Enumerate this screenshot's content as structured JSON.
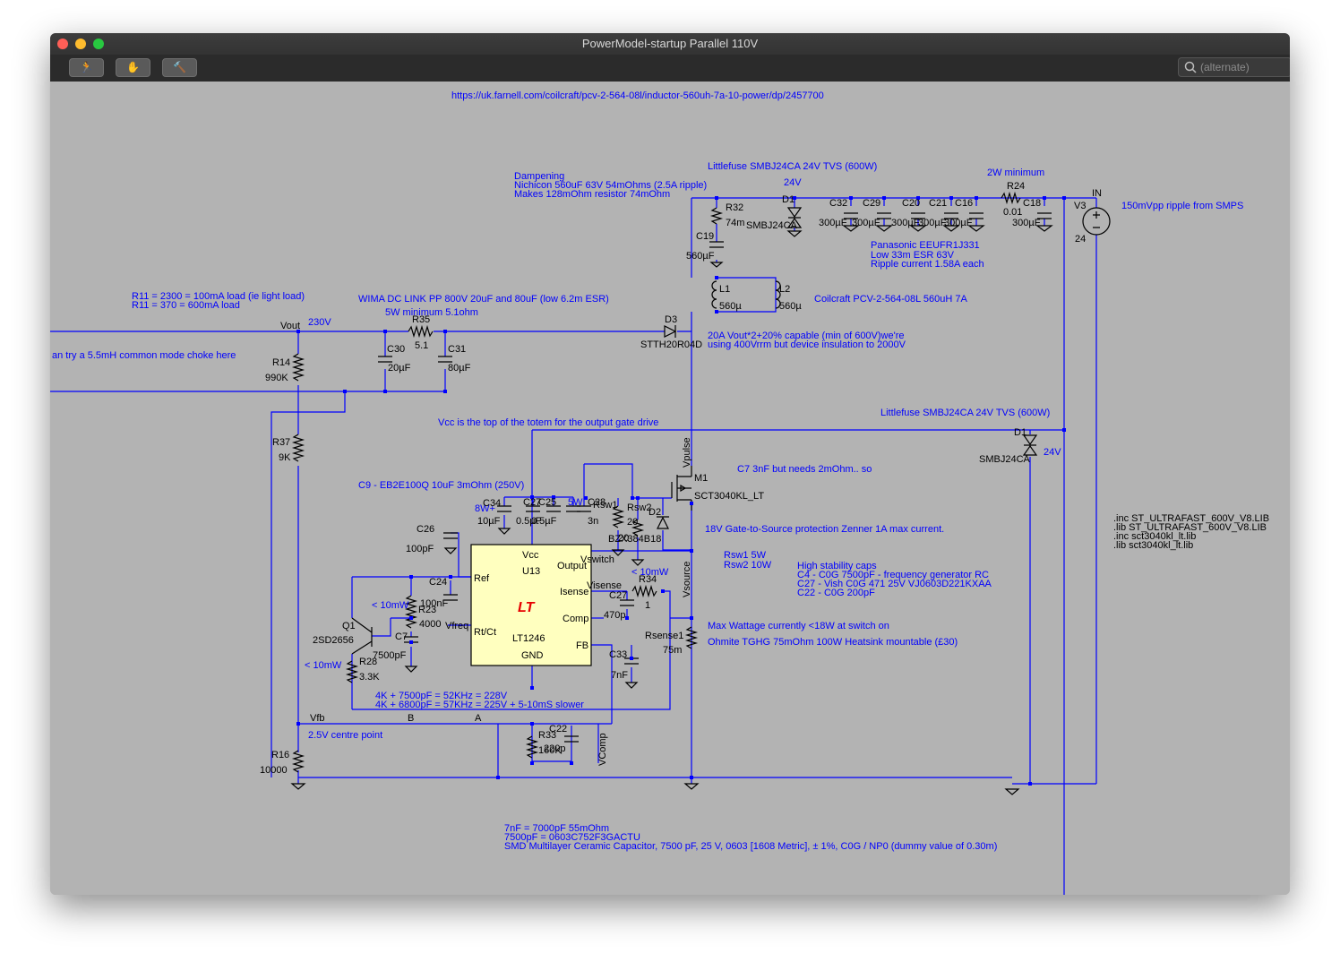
{
  "window": {
    "title": "PowerModel-startup Parallel 110V",
    "toolbar": {
      "buttons": [
        {
          "name": "run-icon",
          "glyph": "🏃"
        },
        {
          "name": "halt-icon",
          "glyph": "✋"
        },
        {
          "name": "hammer-icon",
          "glyph": "🔨"
        }
      ],
      "search_placeholder": "(alternate)"
    }
  },
  "schematic": {
    "wire_color": "#0000ff",
    "text_color": "#0000ff",
    "component_color": "#000000",
    "comments": {
      "url": "https://uk.farnell.com/coilcraft/pcv-2-564-08l/inductor-560uh-7a-10-power/dp/2457700",
      "dampening": [
        "Dampening",
        "Nichicon 560uF 63V 54mOhms (2.5A ripple)",
        "Makes 128mOhm resistor 74mOhm"
      ],
      "tvs_top": "Littlefuse SMBJ24CA 24V TVS (600W)",
      "w2_min": "2W minimum",
      "ripple": "150mVpp ripple from SMPS",
      "panasonic": [
        "Panasonic EEUFR1J331",
        "Low 33m ESR 63V",
        "Ripple current 1.58A each"
      ],
      "r11": [
        "R11 = 2300 = 100mA load (ie light load)",
        "R11 = 370 = 600mA load"
      ],
      "wima": "WIMA DC LINK PP 800V 20uF and 80uF (low 6.2m ESR)",
      "w5_min": "5W minimum 5.1ohm",
      "coilcraft": "Coilcraft PCV-2-564-08L  560uH 7A",
      "d3_note": [
        "20A Vout*2+20% capable (min of 600V)we're",
        "using 400Vrrm but device insulation to 2000V"
      ],
      "choke": "an try a 5.5mH common mode choke here",
      "tvs_mid": "Littlefuse SMBJ24CA 24V TVS (600W)",
      "vcc_note": "Vcc is the top of the totem for the output gate drive",
      "c7_note": "C7 3nF but needs 2mOhm.. so",
      "c9_note": "C9 - EB2E100Q  10uF 3mOhm (250V)",
      "zener_note": "18V Gate-to-Source protection Zenner 1A max current.",
      "rsw_note": [
        "Rsw1 5W",
        "Rsw2 10W"
      ],
      "caps_note": [
        "High stability caps",
        "C4 - C0G 7500pF - frequency generator RC",
        "C27 - Vish C0G 471 25V VJ0603D221KXAA",
        "C22 - C0G 200pF"
      ],
      "lib_directives": [
        ".inc ST_ULTRAFAST_600V_V8.LIB",
        ".lib ST_ULTRAFAST_600V_V8.LIB",
        ".inc sct3040kl_lt.lib",
        ".lib sct3040kl_lt.lib"
      ],
      "wattage": "Max Wattage currently <18W at switch on",
      "ohmite": "Ohmite TGHG 75mOhm 100W Heatsink mountable (£30)",
      "freq": [
        "4K + 7500pF = 52KHz = 228V",
        "4K + 6800pF = 57KHz = 225V + 5-10mS slower"
      ],
      "centre": "2.5V centre point",
      "bottom": [
        "7nF = 7000pF 55mOhm",
        "7500pF = 0603C752F3GACTU",
        "SMD Multilayer Ceramic Capacitor, 7500 pF, 25 V, 0603 [1608 Metric], ± 1%, C0G / NP0 (dummy value of 0.30m)"
      ]
    },
    "labels": {
      "d1_top_v": "24V",
      "d1_top": "D1",
      "d1_top_part": "SMBJ24CA",
      "r32": "R32",
      "r32_v": "74m",
      "c19": "C19",
      "c19_v": "560µF",
      "c32": "C32",
      "c29": "C29",
      "c20": "C20",
      "c21": "C21",
      "c16": "C16",
      "c18": "C18",
      "cap_300": "300µF",
      "r24": "R24",
      "r24_v": "0.01",
      "in": "IN",
      "v3": "V3",
      "v3_v": "24",
      "l1": "L1",
      "l1_v": "560µ",
      "l2": "L2",
      "l2_v": "560µ",
      "d3": "D3",
      "d3_part": "STTH20R04D",
      "vout": "Vout",
      "v230": "230V",
      "r35": "R35",
      "r35_v": "5.1",
      "c30": "C30",
      "c30_v": "20µF",
      "c31": "C31",
      "c31_v": "80µF",
      "r14": "R14",
      "r14_v": "990K",
      "r37": "R37",
      "r37_v": "9K",
      "d1_mid": "D1",
      "d1_mid_part": "SMBJ24CA",
      "d1_mid_v": "24V",
      "vpulse": "Vpulse",
      "m1": "M1",
      "m1_part": "SCT3040KL_LT",
      "c34": "C34",
      "c34_v": "10µF",
      "w8": "8W+",
      "c27_top": "C27",
      "c25": "C25",
      "c25_v": "0.5µF",
      "c25_v2": "0.5µF",
      "w5": "5W",
      "c28": "C28",
      "c28_v": "3n",
      "rsw1": "Rsw1",
      "rsw2": "Rsw2",
      "rsw2_v": "20",
      "rsw1_v": "20",
      "d2": "D2",
      "d2_part": "BZX384B18",
      "c26": "C26",
      "c26_v": "100pF",
      "vcc_pin": "Vcc",
      "u13": "U13",
      "output_pin": "Output",
      "vswitch": "Vswitch",
      "ref_pin": "Ref",
      "isense_pin": "Isense",
      "comp_pin": "Comp",
      "rtct_pin": "Rt/Ct",
      "fb_pin": "FB",
      "gnd_pin": "GND",
      "lt1246": "LT1246",
      "lt_logo": "LT",
      "visense": "Visense",
      "mw10_a": "< 10mW",
      "mw10_b": "< 10mW",
      "mw10_c": "< 10mW",
      "r34": "R34",
      "r34_v": "1",
      "c27": "C27",
      "c27_v": "470p",
      "c24": "C24",
      "c24_v": "100nF",
      "r23": "R23",
      "r23_v": "4000",
      "vfreq": "Vfreq",
      "c7": "C7",
      "c7_v": "7500pF",
      "q1": "Q1",
      "q1_part": "2SD2656",
      "r28": "R28",
      "r28_v": "3.3K",
      "c33": "C33",
      "c33_v": "7nF",
      "vsource": "Vsource",
      "rsense1": "Rsense1",
      "rsense1_v": "75m",
      "vfb": "Vfb",
      "b": "B",
      "a": "A",
      "r16": "R16",
      "r16_v": "10000",
      "r33": "R33",
      "r33_v": "160K",
      "c22": "C22",
      "c22_v": "220p",
      "vcomp": "VComp"
    }
  }
}
